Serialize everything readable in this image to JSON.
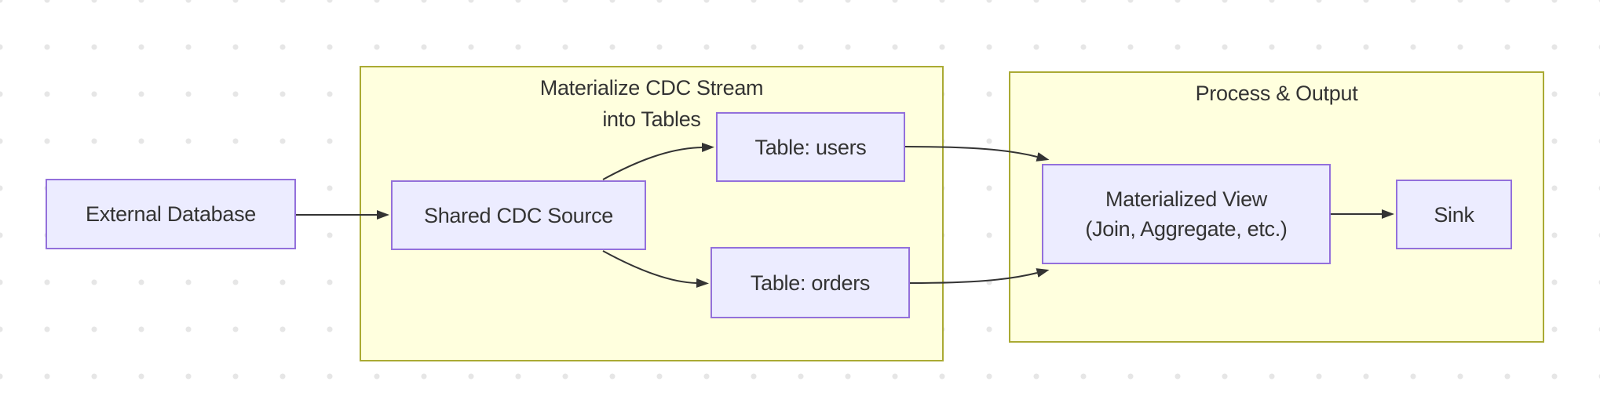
{
  "diagram": {
    "colors": {
      "background": "#FFFFFF",
      "dot": "#E6E6E6",
      "node_fill": "#ECECFF",
      "node_border": "#9370DB",
      "cluster_fill": "#FFFFDE",
      "cluster_border": "#AAAA33",
      "edge": "#333333",
      "text": "#333333"
    },
    "clusters": {
      "materialize_cdc": {
        "title_lines": [
          "Materialize CDC Stream",
          "into Tables"
        ]
      },
      "process_output": {
        "title_lines": [
          "Process & Output"
        ]
      }
    },
    "nodes": {
      "external_db": {
        "label": "External Database"
      },
      "shared_cdc_source": {
        "label": "Shared CDC Source"
      },
      "table_users": {
        "label": "Table: users"
      },
      "table_orders": {
        "label": "Table: orders"
      },
      "materialized_view": {
        "lines": [
          "Materialized View",
          "(Join, Aggregate, etc.)"
        ]
      },
      "sink": {
        "label": "Sink"
      }
    },
    "edges": [
      {
        "from": "external_db",
        "to": "shared_cdc_source"
      },
      {
        "from": "shared_cdc_source",
        "to": "table_users"
      },
      {
        "from": "shared_cdc_source",
        "to": "table_orders"
      },
      {
        "from": "table_users",
        "to": "materialized_view"
      },
      {
        "from": "table_orders",
        "to": "materialized_view"
      },
      {
        "from": "materialized_view",
        "to": "sink"
      }
    ]
  }
}
